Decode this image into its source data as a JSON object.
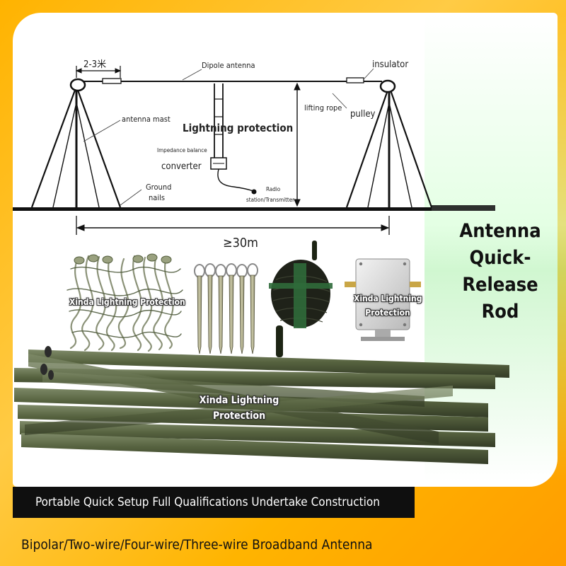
{
  "diagram": {
    "spacing_label": "2-3米",
    "dipole_label": "Dipole antenna",
    "insulator_label": "insulator",
    "lifting_rope_label": "lifting rope",
    "pulley_label": "pulley",
    "mast_label": "antenna mast",
    "lightning_label": "Lightning protection",
    "impedance_label": "Impedance balance",
    "converter_label": "converter",
    "ground_nails_line1": "Ground",
    "ground_nails_line2": "nails",
    "radio_line1": "Radio",
    "radio_line2": "station/Transmitter",
    "distance_label": "≥30m"
  },
  "products": {
    "rope_watermark": "Xinda Lightning Protection",
    "box_watermark_line1": "Xinda Lightning",
    "box_watermark_line2": "Protection",
    "rods_watermark_line1": "Xinda Lightning",
    "rods_watermark_line2": "Protection"
  },
  "side_title": {
    "line1": "Antenna",
    "line2": "Quick-Release",
    "line3": "Rod"
  },
  "banner_text": "Portable Quick Setup Full Qualifications Undertake Construction",
  "bottom_text": "Bipolar/Two-wire/Four-wire/Three-wire Broadband Antenna",
  "colors": {
    "background": "#ffb300",
    "banner": "#0f0f0f",
    "rod_green": "#4e5a3c"
  }
}
